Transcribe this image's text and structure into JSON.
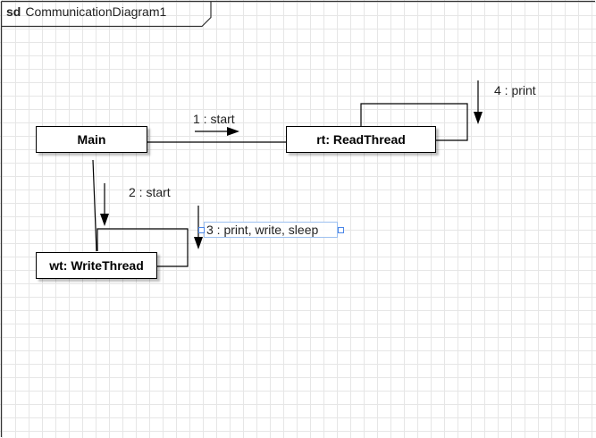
{
  "frame": {
    "keyword": "sd",
    "name": "CommunicationDiagram1"
  },
  "lifelines": {
    "main": "Main",
    "read_thread": "rt: ReadThread",
    "write_thread": "wt: WriteThread"
  },
  "messages": {
    "m1": "1 : start",
    "m2": "2 : start",
    "m3": "3 : print, write, sleep",
    "m4": "4 : print"
  },
  "colors": {
    "line": "#000000",
    "grid": "#e6e6e6",
    "selection": "#4a86e8"
  }
}
